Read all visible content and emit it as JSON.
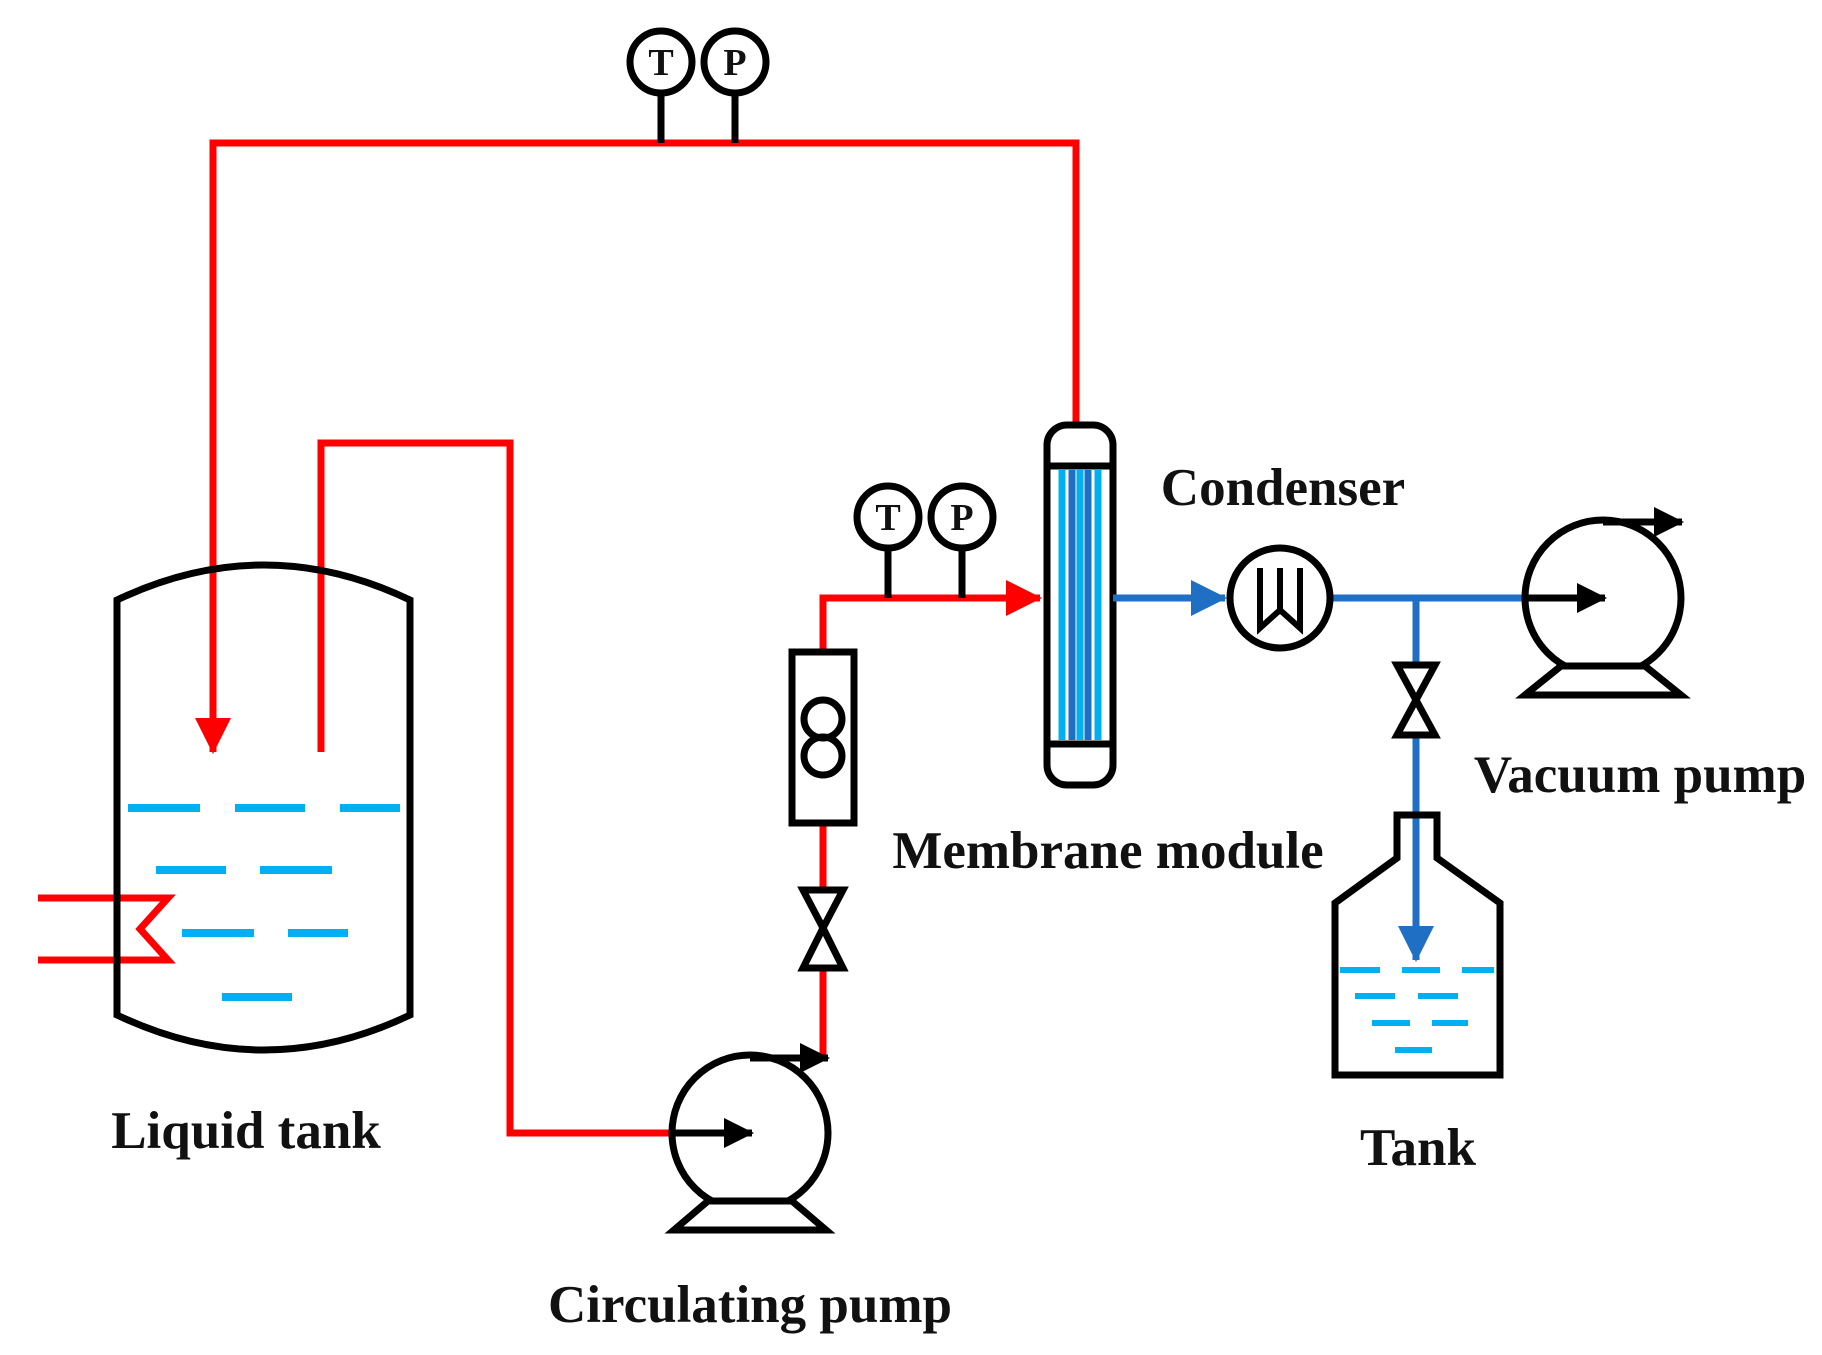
{
  "labels": {
    "liquid_tank": "Liquid tank",
    "circulating_pump": "Circulating pump",
    "membrane_module": "Membrane module",
    "condenser": "Condenser",
    "vacuum_pump": "Vacuum pump",
    "tank": "Tank"
  },
  "gauges": {
    "top_temperature": "T",
    "top_pressure": "P",
    "feed_temperature": "T",
    "feed_pressure": "P"
  },
  "colors": {
    "hot_line": "#ff0000",
    "cold_line": "#1f6fc4",
    "liquid": "#00b0f0",
    "equipment": "#000000"
  }
}
